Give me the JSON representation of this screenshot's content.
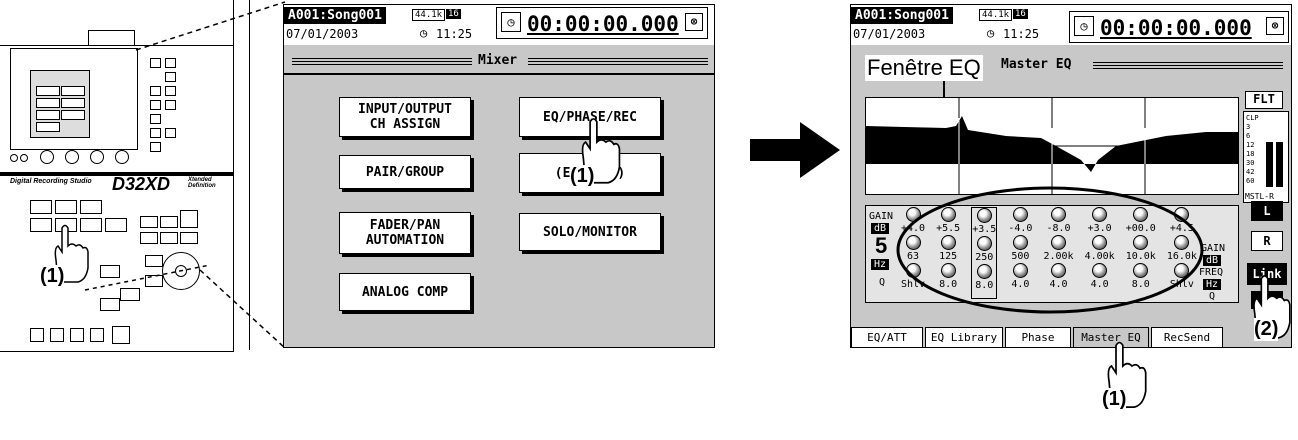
{
  "device": {
    "brand": "Digital Recording Studio",
    "model": "D32XD",
    "model_suffix": "Xtended Definition"
  },
  "mixer_screen": {
    "song": "A001:Song001",
    "date": "07/01/2003",
    "clock": "11:25",
    "rate": "44.1k",
    "bits": "16",
    "time": "00:00:00.000",
    "title": "Mixer",
    "buttons": [
      {
        "label": "INPUT/OUTPUT\nCH ASSIGN"
      },
      {
        "label": "EQ/PHASE/REC"
      },
      {
        "label": "PAIR/GROUP"
      },
      {
        "label": "(EFFECTS)"
      },
      {
        "label": "FADER/PAN\nAUTOMATION"
      },
      {
        "label": "SOLO/MONITOR"
      },
      {
        "label": "ANALOG COMP"
      }
    ]
  },
  "eq_screen": {
    "song": "A001:Song001",
    "date": "07/01/2003",
    "clock": "11:25",
    "rate": "44.1k",
    "bits": "16",
    "time": "00:00:00.000",
    "title": "Master EQ",
    "window_label": "Fenêtre EQ",
    "flt": "FLT",
    "meter_scale": [
      "CLP",
      "3",
      "6",
      "12",
      "18",
      "30",
      "42",
      "60"
    ],
    "meter_label": "MSTL-R",
    "gain_label": "GAIN",
    "db_label": "dB",
    "freq_label": "FREQ",
    "hz_label": "Hz",
    "q_label": "Q",
    "gains": [
      "+4.0",
      "+5.5",
      "+3.5",
      "-4.0",
      "-8.0",
      "+3.0",
      "+00.0",
      "+4.5"
    ],
    "freqs": [
      "63",
      "125",
      "250",
      "500",
      "2.00k",
      "4.00k",
      "10.0k",
      "16.0k"
    ],
    "qs": [
      "Shlv",
      "8.0",
      "8.0",
      "4.0",
      "4.0",
      "4.0",
      "8.0",
      "Shlv"
    ],
    "side_buttons": [
      "L",
      "R",
      "Link"
    ],
    "tabs": [
      "EQ/ATT",
      "EQ Library",
      "Phase",
      "Master EQ",
      "RecSend"
    ]
  },
  "callouts": {
    "step1": "(1)",
    "step2": "(2)",
    "step5": "5"
  },
  "colors": {
    "lcd_bg": "#c8c8c8",
    "ink": "#000000",
    "paper": "#ffffff"
  }
}
